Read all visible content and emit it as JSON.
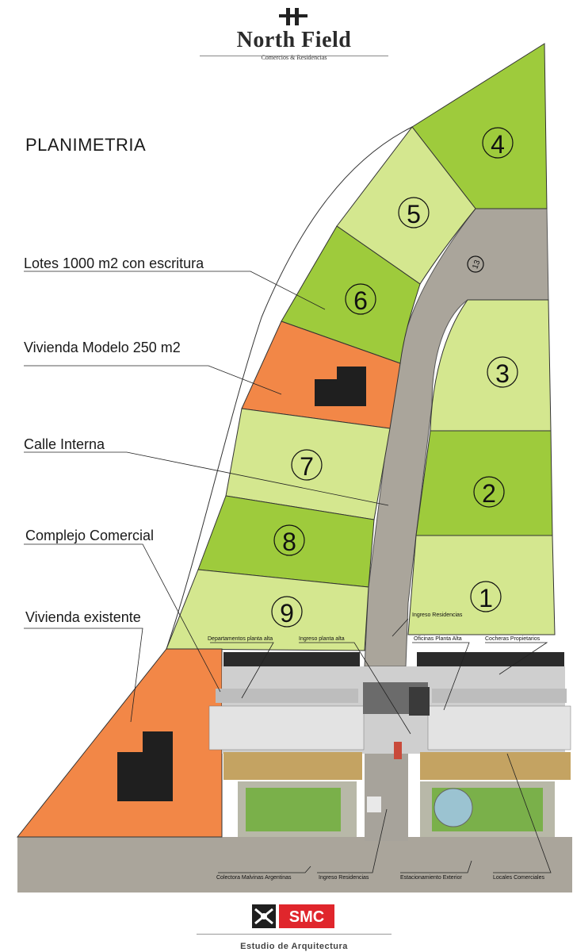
{
  "brand": {
    "title": "North Field",
    "subtitle": "Comercios & Residencias",
    "icon": "double-hash-logo-icon"
  },
  "heading": "PLANIMETRIA",
  "labels": {
    "lotes": "Lotes 1000 m2 con escritura",
    "vivienda_modelo": "Vivienda Modelo 250 m2",
    "calle_interna": "Calle Interna",
    "complejo_comercial": "Complejo Comercial",
    "vivienda_existente": "Vivienda existente"
  },
  "lots": [
    "1",
    "2",
    "3",
    "4",
    "5",
    "6",
    "7",
    "8",
    "9"
  ],
  "lot_13_label": "13",
  "annotations": {
    "ingreso_residencias_top": "Ingreso Residencias",
    "departamentos": "Departamentos planta alta",
    "ingreso_planta_alta": "Ingreso planta alta",
    "oficinas": "Oficinas Planta Alta",
    "cocheras": "Cocheras Propietarios",
    "colectora": "Colectora Malvinas Argentinas",
    "ingreso_residencias_bottom": "Ingreso Residencias",
    "estacionamiento": "Estacionamiento Exterior",
    "locales": "Locales Comerciales"
  },
  "footer": {
    "logo_text": "SMC",
    "studio": "Estudio de Arquitectura"
  },
  "colors": {
    "dark_green": "#9ecb3c",
    "light_green": "#d4e78f",
    "orange": "#f28747",
    "road": "#aaa59b",
    "building": "#1f1f1f",
    "smc_red": "#e0262c"
  }
}
